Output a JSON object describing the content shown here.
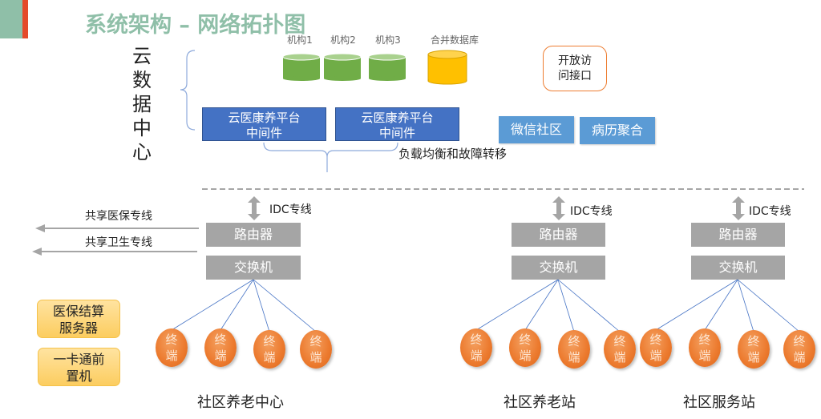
{
  "title": "系统架构 – 网络拓扑图",
  "colors": {
    "title_green": "#8fbfa8",
    "accent_red": "#e54a2a",
    "db_green": "#70ad47",
    "db_gold": "#ffc000",
    "middleware_blue": "#4472c4",
    "service_blue": "#5b9bd5",
    "api_border": "#ed7d31",
    "device_gray": "#a5a5a5",
    "terminal_orange": "#ed7d31",
    "side_box_yellow": "#ffd780",
    "link_blue": "#4472c4"
  },
  "cloud": {
    "label_chars": [
      "云",
      "数",
      "据",
      "中",
      "心"
    ],
    "databases": [
      {
        "label": "机构1",
        "icon": "database-icon",
        "color": "green"
      },
      {
        "label": "机构2",
        "icon": "database-icon",
        "color": "green"
      },
      {
        "label": "机构3",
        "icon": "database-icon",
        "color": "green"
      },
      {
        "label": "合并数据库",
        "icon": "database-icon",
        "color": "gold"
      }
    ],
    "middleware": [
      {
        "line1": "云医康养平台",
        "line2": "中间件"
      },
      {
        "line1": "云医康养平台",
        "line2": "中间件"
      }
    ],
    "load_balance_note": "负载均衡和故障转移",
    "open_api": {
      "line1": "开放访",
      "line2": "问接口"
    },
    "services": [
      "微信社区",
      "病历聚合"
    ]
  },
  "shared_lines": [
    "共享医保专线",
    "共享卫生专线"
  ],
  "side_boxes": [
    {
      "line1": "医保结算",
      "line2": "服务器"
    },
    {
      "line1": "一卡通前",
      "line2": "置机"
    }
  ],
  "sites": [
    {
      "name": "社区养老中心",
      "idc": "IDC专线",
      "router": "路由器",
      "switch": "交换机",
      "terminals": [
        {
          "l1": "终",
          "l2": "端"
        },
        {
          "l1": "终",
          "l2": "端"
        },
        {
          "l1": "终",
          "l2": "端"
        },
        {
          "l1": "终",
          "l2": "端"
        }
      ]
    },
    {
      "name": "社区养老站",
      "idc": "IDC专线",
      "router": "路由器",
      "switch": "交换机",
      "terminals": [
        {
          "l1": "终",
          "l2": "端"
        },
        {
          "l1": "终",
          "l2": "端"
        },
        {
          "l1": "终",
          "l2": "端"
        },
        {
          "l1": "终",
          "l2": "端"
        }
      ]
    },
    {
      "name": "社区服务站",
      "idc": "IDC专线",
      "router": "路由器",
      "switch": "交换机",
      "terminals": [
        {
          "l1": "终",
          "l2": "端"
        },
        {
          "l1": "终",
          "l2": "端"
        },
        {
          "l1": "终",
          "l2": "端"
        },
        {
          "l1": "终",
          "l2": "端"
        }
      ]
    }
  ]
}
